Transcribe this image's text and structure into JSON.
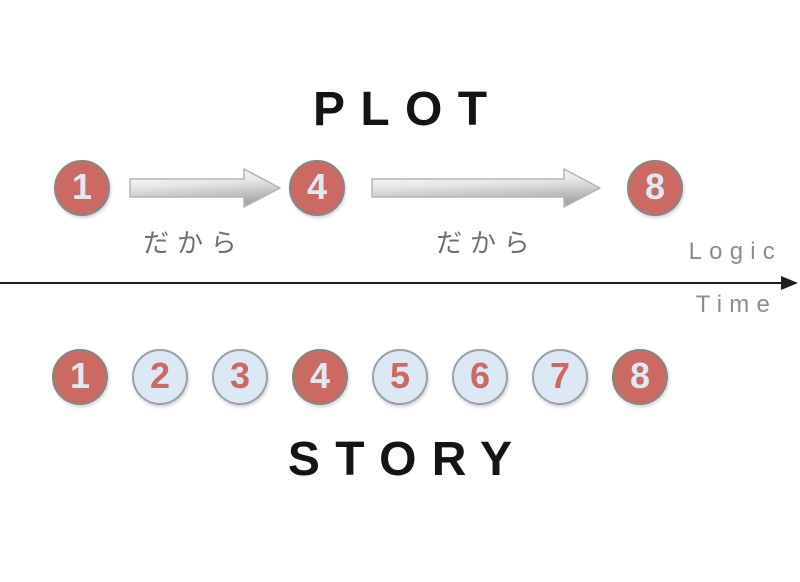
{
  "diagram": {
    "plot": {
      "title": "PLOT",
      "nodes": [
        {
          "label": "1",
          "variant": "red"
        },
        {
          "label": "4",
          "variant": "red"
        },
        {
          "label": "8",
          "variant": "red"
        }
      ],
      "connectors": [
        {
          "label": "だから"
        },
        {
          "label": "だから"
        }
      ]
    },
    "axis": {
      "above_line_label": "Logic",
      "below_line_label": "Time"
    },
    "story": {
      "title": "STORY",
      "nodes": [
        {
          "label": "1",
          "variant": "red"
        },
        {
          "label": "2",
          "variant": "blue"
        },
        {
          "label": "3",
          "variant": "blue"
        },
        {
          "label": "4",
          "variant": "red"
        },
        {
          "label": "5",
          "variant": "blue"
        },
        {
          "label": "6",
          "variant": "blue"
        },
        {
          "label": "7",
          "variant": "blue"
        },
        {
          "label": "8",
          "variant": "red"
        }
      ]
    },
    "colors": {
      "plot_node_fill": "#cb6a63",
      "story_alt_node_fill": "#dce8f5",
      "node_border_gray": "#8d8d8d",
      "node_number_light": "#dfe9f4",
      "connector_text_gray": "#6f6f6f",
      "axis_text_gray": "#8c8c8c",
      "timeline_black": "#1f1f1f",
      "arrow_gradient_light": "#fbfbfb",
      "arrow_gradient_dark": "#a8a8a8"
    }
  }
}
